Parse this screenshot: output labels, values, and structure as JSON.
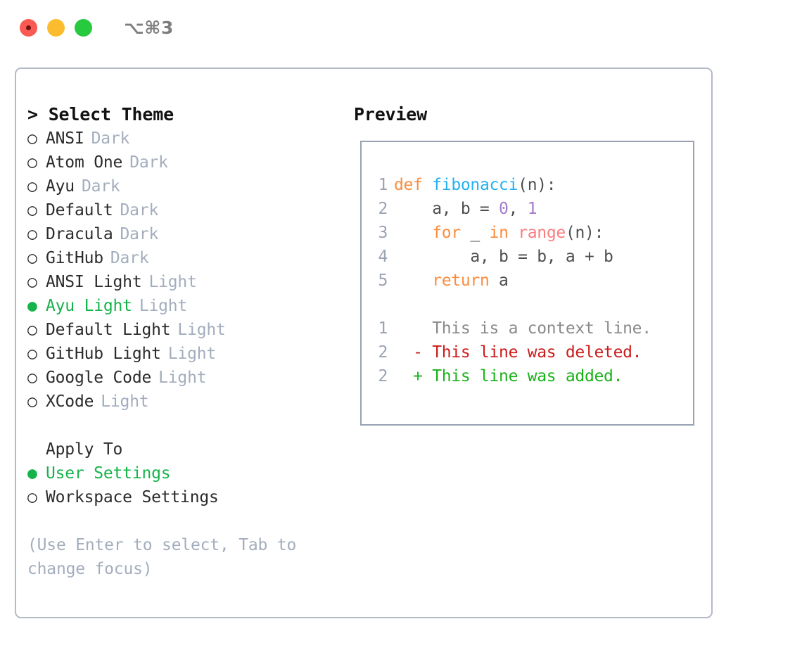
{
  "window": {
    "title": "⌥⌘3",
    "traffic_lights": [
      "close-red",
      "minimize-yellow",
      "maximize-green"
    ]
  },
  "colors": {
    "accent_green": "#16b34a",
    "muted": "#a3adbd",
    "text": "#2b2b2b",
    "border": "#b3bac6",
    "preview_border": "#98a2b3",
    "kw_orange": "#fa8d3e",
    "fn_blue": "#22b0f2",
    "num_purple": "#a37acc",
    "builtin_salmon": "#fa7d80",
    "diff_del_red": "#cc1b1b",
    "diff_add_green": "#19b319",
    "lineno_gray": "#9aa3b2"
  },
  "theme_picker": {
    "heading": "> Select Theme",
    "selected_marker": "●",
    "unselected_marker": "○",
    "items": [
      {
        "name": "ANSI",
        "kind": "Dark",
        "selected": false
      },
      {
        "name": "Atom One",
        "kind": "Dark",
        "selected": false
      },
      {
        "name": "Ayu",
        "kind": "Dark",
        "selected": false
      },
      {
        "name": "Default",
        "kind": "Dark",
        "selected": false
      },
      {
        "name": "Dracula",
        "kind": "Dark",
        "selected": false
      },
      {
        "name": "GitHub",
        "kind": "Dark",
        "selected": false
      },
      {
        "name": "ANSI Light",
        "kind": "Light",
        "selected": false
      },
      {
        "name": "Ayu Light",
        "kind": "Light",
        "selected": true
      },
      {
        "name": "Default Light",
        "kind": "Light",
        "selected": false
      },
      {
        "name": "GitHub Light",
        "kind": "Light",
        "selected": false
      },
      {
        "name": "Google Code",
        "kind": "Light",
        "selected": false
      },
      {
        "name": "XCode",
        "kind": "Light",
        "selected": false
      }
    ]
  },
  "apply_to": {
    "heading": "Apply To",
    "items": [
      {
        "name": "User Settings",
        "selected": true
      },
      {
        "name": "Workspace Settings",
        "selected": false
      }
    ]
  },
  "hint": "(Use Enter to select, Tab to change focus)",
  "preview": {
    "title": "Preview",
    "code_lines": [
      {
        "lineno": "1",
        "tokens": [
          {
            "t": "def",
            "c": "kw"
          },
          {
            "t": " ",
            "c": "plain"
          },
          {
            "t": "fibonacci",
            "c": "fn"
          },
          {
            "t": "(n):",
            "c": "plain"
          }
        ]
      },
      {
        "lineno": "2",
        "tokens": [
          {
            "t": "    a, b = ",
            "c": "plain"
          },
          {
            "t": "0",
            "c": "num"
          },
          {
            "t": ", ",
            "c": "plain"
          },
          {
            "t": "1",
            "c": "num"
          }
        ]
      },
      {
        "lineno": "3",
        "tokens": [
          {
            "t": "    ",
            "c": "plain"
          },
          {
            "t": "for",
            "c": "kw"
          },
          {
            "t": " _ ",
            "c": "plain"
          },
          {
            "t": "in",
            "c": "kw"
          },
          {
            "t": " ",
            "c": "plain"
          },
          {
            "t": "range",
            "c": "bi"
          },
          {
            "t": "(n):",
            "c": "plain"
          }
        ]
      },
      {
        "lineno": "4",
        "tokens": [
          {
            "t": "        a, b = b, a + b",
            "c": "plain"
          }
        ]
      },
      {
        "lineno": "5",
        "tokens": [
          {
            "t": "    ",
            "c": "plain"
          },
          {
            "t": "return",
            "c": "kw"
          },
          {
            "t": " a",
            "c": "plain"
          }
        ]
      }
    ],
    "diff_lines": [
      {
        "lineno": "1",
        "sign": " ",
        "text": "This is a context line.",
        "kind": "ctx"
      },
      {
        "lineno": "2",
        "sign": "-",
        "text": "This line was deleted.",
        "kind": "del"
      },
      {
        "lineno": "2",
        "sign": "+",
        "text": "This line was added.",
        "kind": "add"
      }
    ]
  }
}
